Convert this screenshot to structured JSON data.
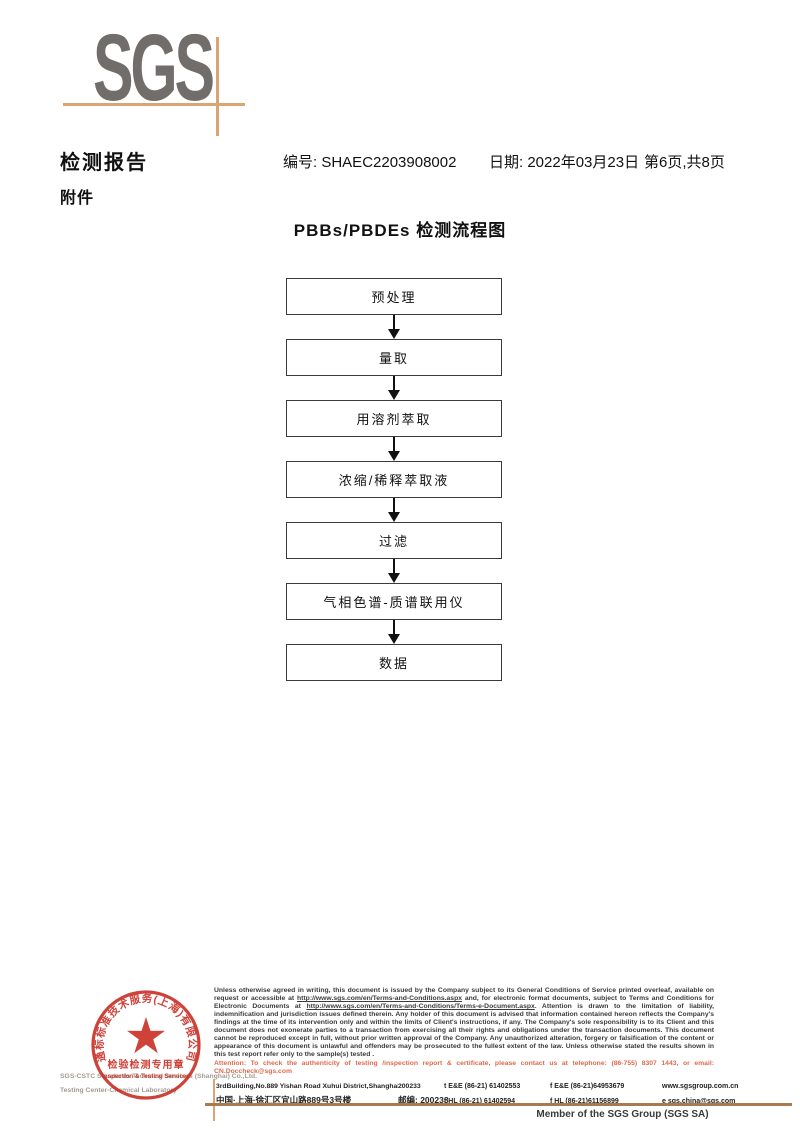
{
  "logo": {
    "text": "SGS"
  },
  "header": {
    "report_title": "检测报告",
    "report_no_label": "编号:",
    "report_no": "SHAEC2203908002",
    "date_label": "日期:",
    "date": "2022年03月23日",
    "page_info": "第6页,共8页",
    "attachment": "附件"
  },
  "flowchart": {
    "title": "PBBs/PBDEs 检测流程图",
    "steps": [
      "预处理",
      "量取",
      "用溶剂萃取",
      "浓缩/稀释萃取液",
      "过滤",
      "气相色谱-质谱联用仪",
      "数据"
    ]
  },
  "stamp": {
    "ring_text": "通标标准技术服务(上海)有限公司",
    "seal_line1": "检验检测专用章",
    "seal_line2": "Inspection & Testing Services",
    "company_en": "SGS-CSTC Standards Technical Services (Shanghai) Co.,Ltd.",
    "lab_en": "Testing Center-Chemical Laboratory"
  },
  "footer": {
    "legal_segments": [
      {
        "name": "legal-intro",
        "style": "plain",
        "text": "Unless otherwise agreed in writing, this document is issued by the Company subject to its General Conditions of Service printed overleaf, available on request or accessible at "
      },
      {
        "name": "terms-url",
        "style": "url",
        "text": "http://www.sgs.com/en/Terms-and-Conditions.aspx"
      },
      {
        "name": "legal-mid",
        "style": "plain",
        "text": " and, for electronic format documents, subject to Terms and Conditions for Electronic Documents at "
      },
      {
        "name": "e-document-url",
        "style": "url",
        "text": "http://www.sgs.com/en/Terms-and-Conditions/Terms-e-Document.aspx"
      },
      {
        "name": "legal-rest",
        "style": "plain",
        "text": ". Attention is drawn to the limitation of liability, indemnification and jurisdiction issues defined therein. Any holder of this document is advised that information contained hereon reflects the Company's findings at the time of its intervention only and within the limits of Client's instructions, if any. The Company's sole responsibility is to its Client and this document does not exonerate parties to a transaction from exercising all their rights and obligations under the transaction documents. This document cannot be reproduced except in full, without prior written approval of the Company. Any unauthorized alteration, forgery or falsification of the content or appearance of this document is unlawful and offenders may be prosecuted to the fullest extent of the law. Unless otherwise stated the results shown in this test report refer only to the sample(s) tested ."
      }
    ],
    "attention": "Attention: To check the authenticity of testing /inspection report & certificate, please contact us at telephone: (86-755) 8307 1443, or email: CN.Doccheck@sgs.com",
    "address_rows": [
      {
        "lang": "en",
        "address": "3rdBuilding,No.889 Yishan Road Xuhui District,Shanghai China",
        "postal": "200233",
        "tel": "t E&E (86-21) 61402553",
        "fax": "f E&E (86-21)64953679",
        "web": "www.sgsgroup.com.cn"
      },
      {
        "lang": "cn",
        "address": "中国·上海·徐汇区宜山路889号3号楼",
        "postal": "邮编: 200233",
        "tel": "t HL (86-21) 61402594",
        "fax": "f HL (86-21)61156899",
        "web": "e sgs.china@sgs.com"
      }
    ],
    "member": "Member of the SGS Group (SGS SA)"
  },
  "colors": {
    "logo_gray": "#716D6A",
    "accent_tan": "#DBA572",
    "footer_rule_brown": "#A87B4E",
    "stamp_red": "#C8281E",
    "attention_red": "#E0694C"
  }
}
